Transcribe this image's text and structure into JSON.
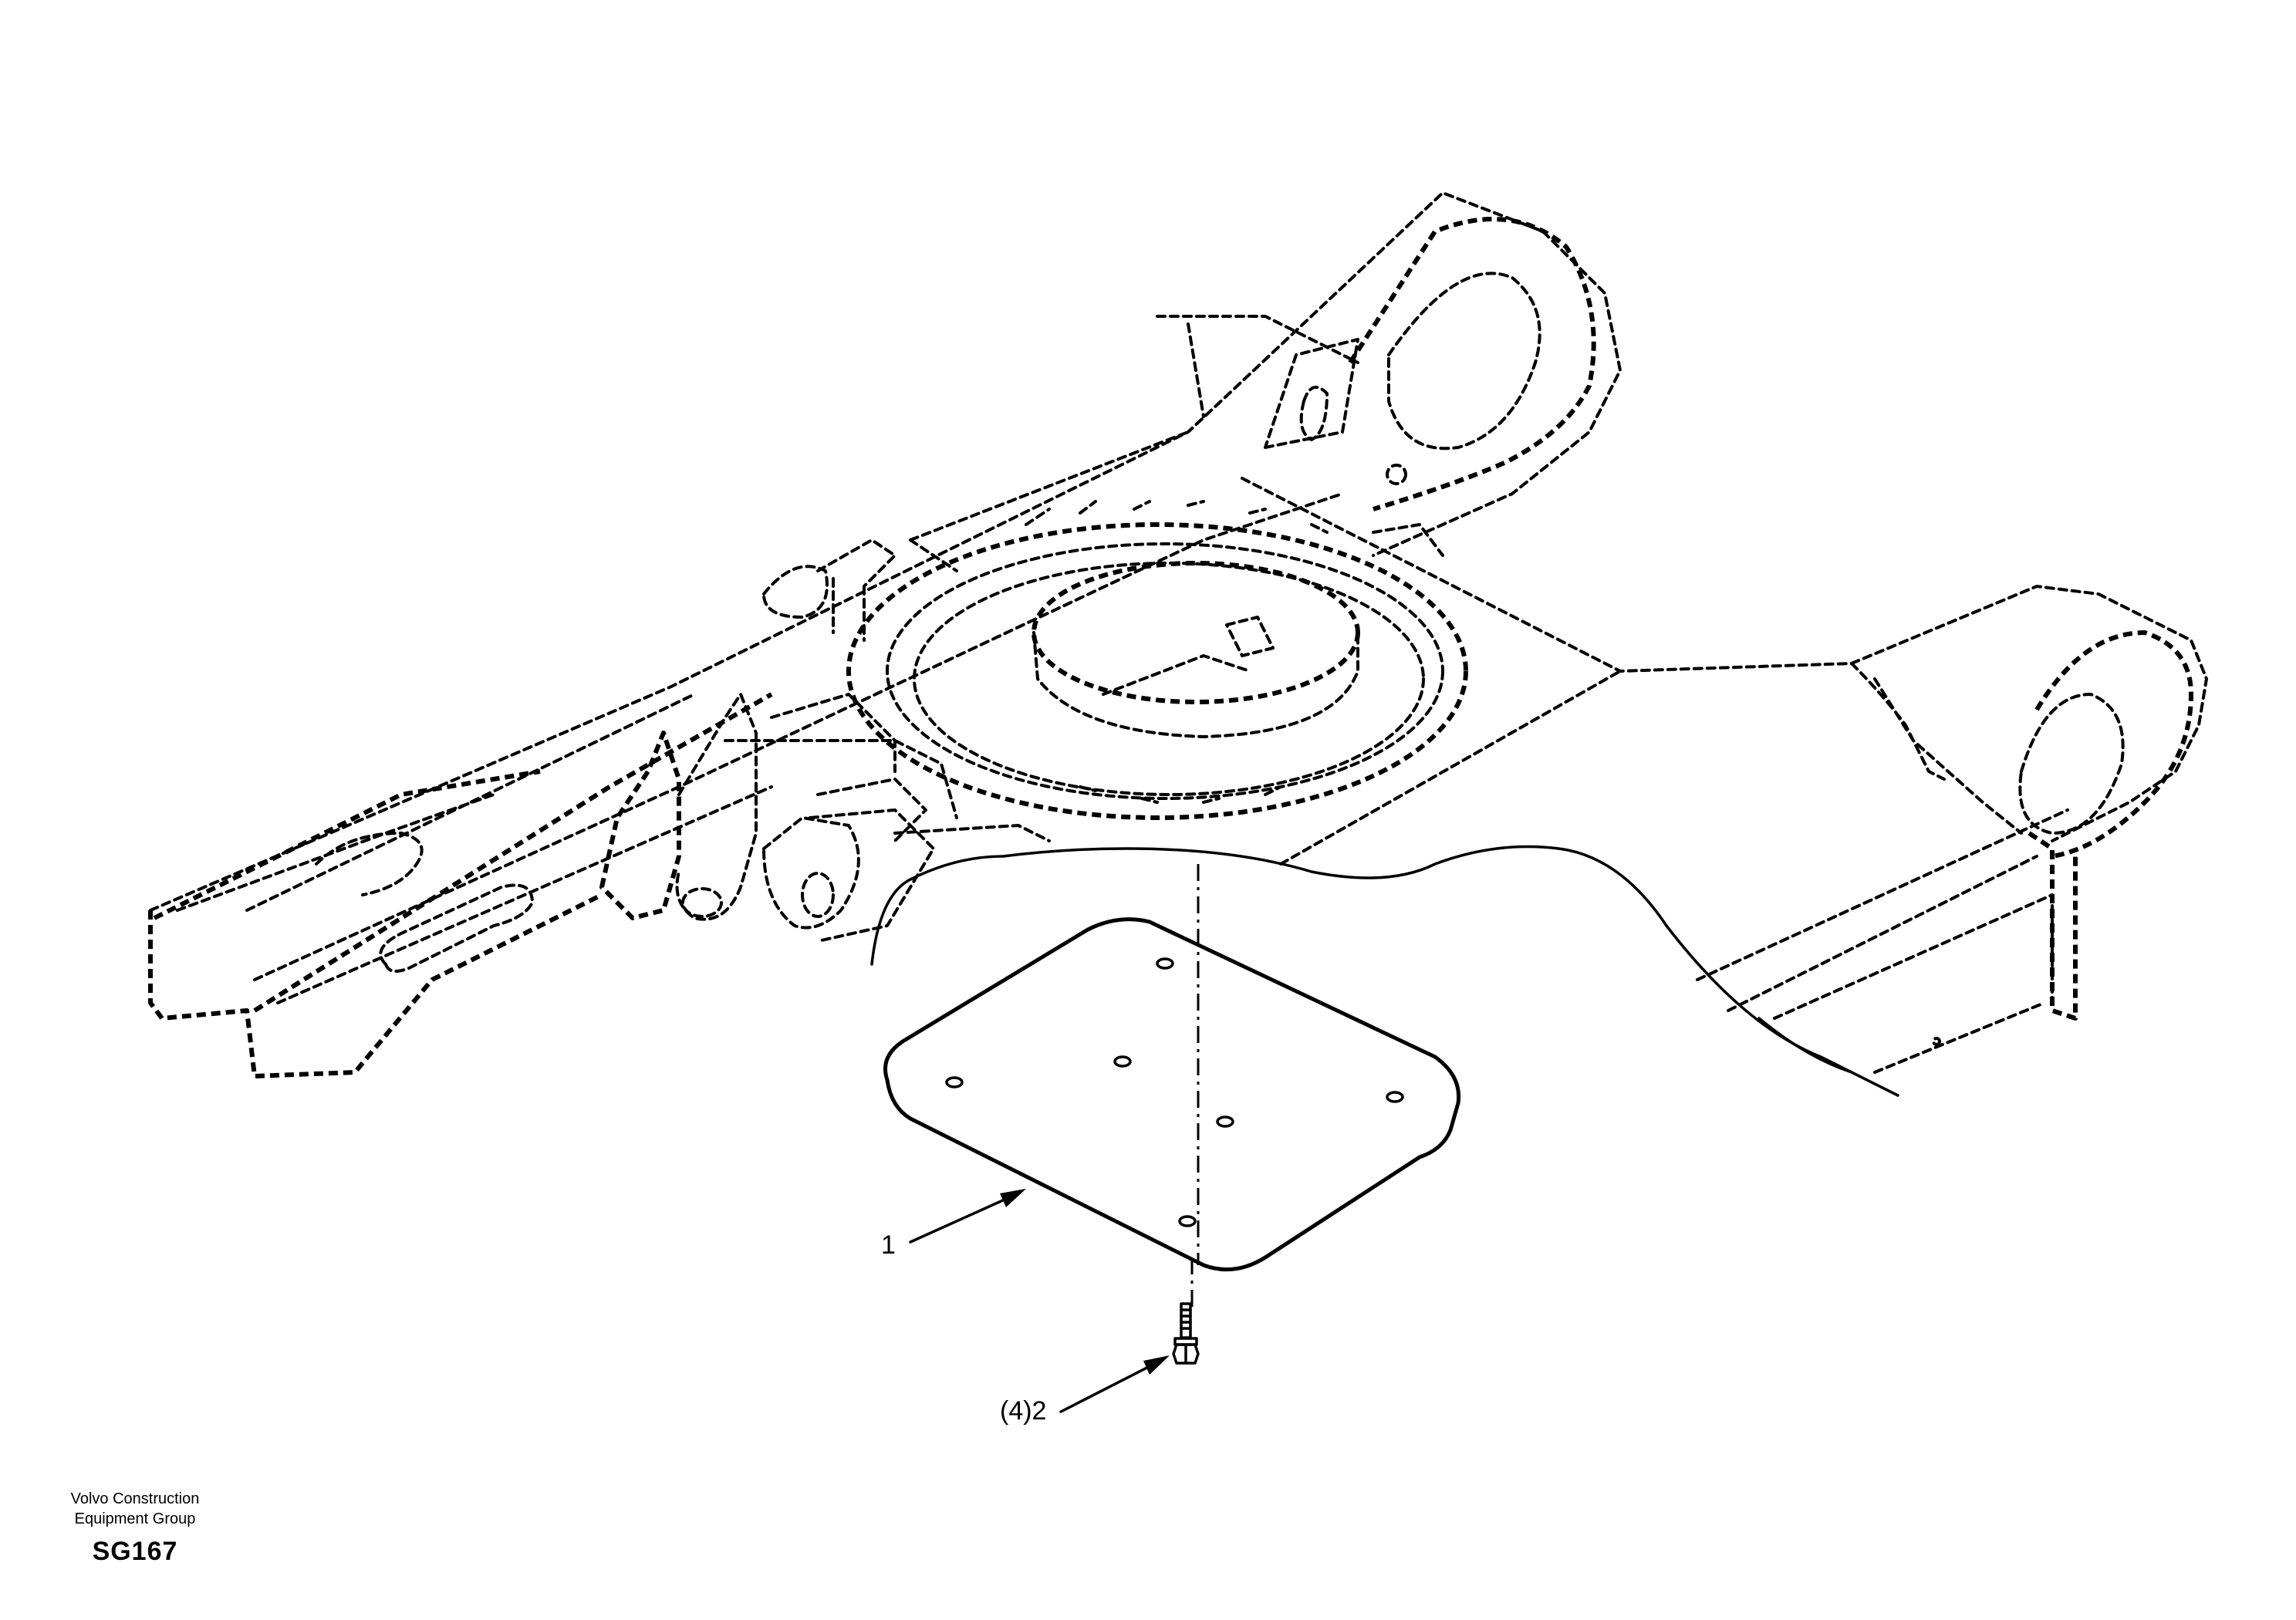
{
  "callouts": [
    {
      "id": "1",
      "label": "1"
    },
    {
      "id": "2",
      "label": "(4)2"
    }
  ],
  "footer": {
    "company_line1": "Volvo Construction",
    "company_line2": "Equipment Group",
    "code": "SG167"
  }
}
